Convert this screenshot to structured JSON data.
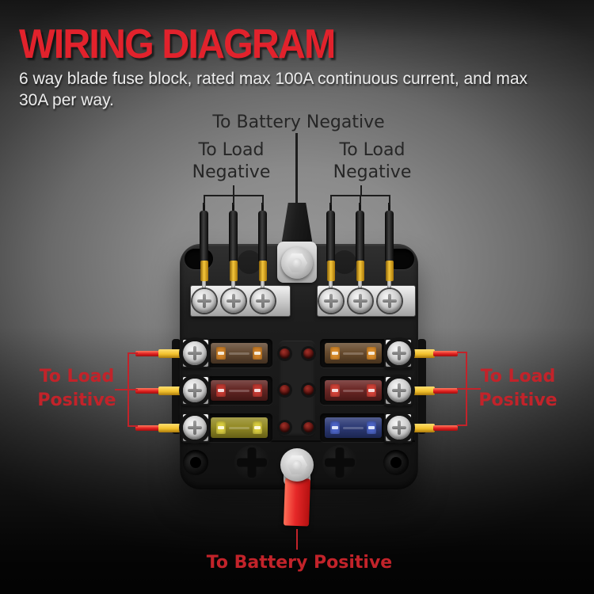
{
  "header": {
    "title": "WIRING DIAGRAM",
    "subtitle_line1": "6 way blade fuse block, rated max 100A continuous current, and max",
    "subtitle_line2": "30A per way."
  },
  "callouts": {
    "battery_negative": "To Battery Negative",
    "load_negative_left_line1": "To Load",
    "load_negative_left_line2": "Negative",
    "load_negative_right_line1": "To Load",
    "load_negative_right_line2": "Negative",
    "load_positive_left_line1": "To Load",
    "load_positive_left_line2": "Positive",
    "load_positive_right_line1": "To Load",
    "load_positive_right_line2": "Positive",
    "battery_positive": "To Battery Positive"
  },
  "colors": {
    "accent_red": "#e2222c",
    "subtitle_white": "#ededed",
    "dark_label": "#262626",
    "callout_red": "#c2232a",
    "dark_line": "#1d1d1d",
    "wire_red": "#e02020",
    "ferrule_yellow": "#f2c12d",
    "strap_red": "#e62828",
    "led_red": "#641511",
    "bus_silver": "#d6d6d6",
    "body_black": "#1b1b1b"
  },
  "fuses": [
    {
      "position": "top-left",
      "color_name": "orange",
      "body": "#5f452e",
      "blade": "#d08228",
      "dash": "#f6ead6"
    },
    {
      "position": "top-right",
      "color_name": "orange",
      "body": "#634628",
      "blade": "#da8c2a",
      "dash": "#f6ead6"
    },
    {
      "position": "middle-left",
      "color_name": "red",
      "body": "#5e201d",
      "blade": "#c43a32",
      "dash": "#f6dcdc"
    },
    {
      "position": "middle-right",
      "color_name": "red",
      "body": "#67211f",
      "blade": "#d24238",
      "dash": "#f6dcdc"
    },
    {
      "position": "bottom-left",
      "color_name": "yellow",
      "body": "#90871f",
      "blade": "#d9cd40",
      "dash": "#fcf8d8"
    },
    {
      "position": "bottom-right",
      "color_name": "blue",
      "body": "#273572",
      "blade": "#4c64c6",
      "dash": "#dde5fa"
    }
  ]
}
